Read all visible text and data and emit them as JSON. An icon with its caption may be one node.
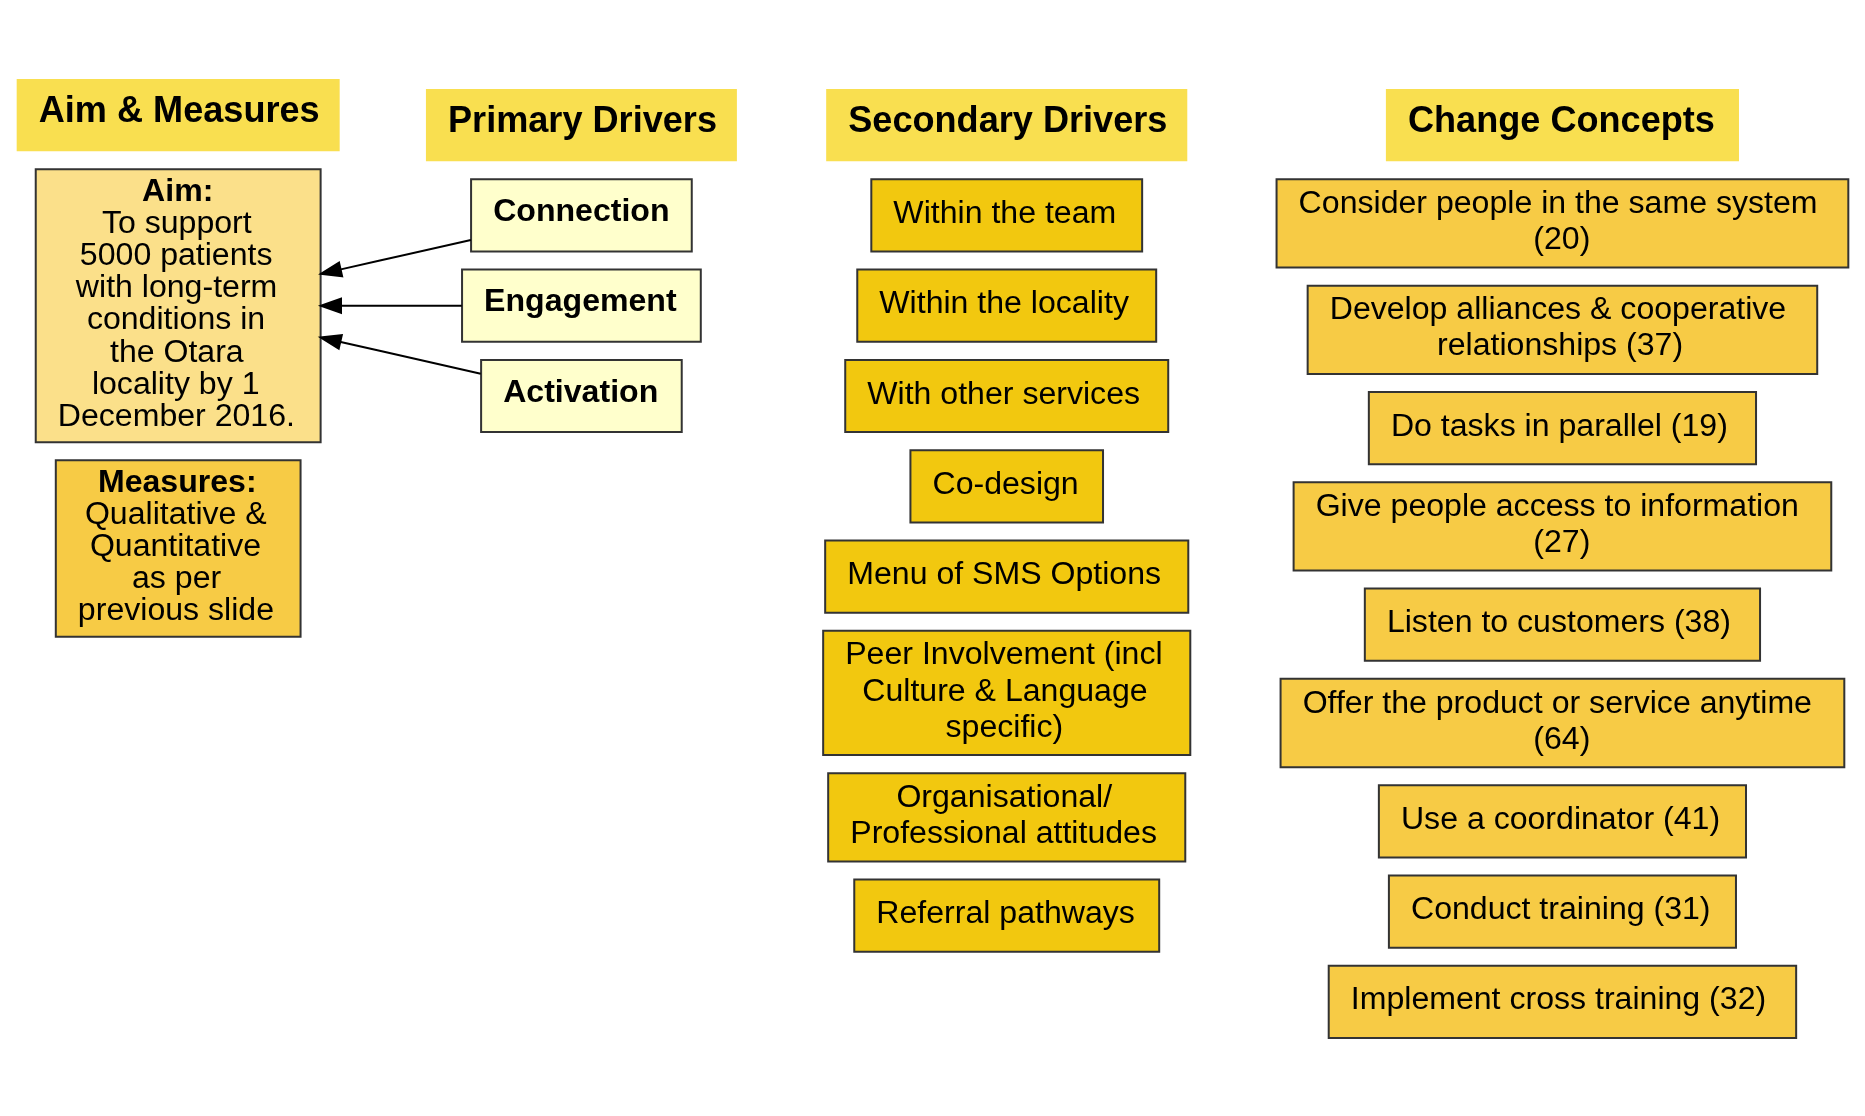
{
  "diagram": {
    "nodes": [
      {
        "text": [
          "Aim:",
          "To support 5000 patients with long-term conditions in the Otara locality by 1 December 2016."
        ]
      },
      {
        "text": [
          "Measures:",
          "Qualitative & Quantitative as per previous slide"
        ]
      },
      {
        "text": [
          "Connection"
        ]
      },
      {
        "text": [
          "Engagement"
        ]
      },
      {
        "text": [
          "Activation"
        ]
      },
      {
        "text": [
          "Within the team"
        ]
      },
      {
        "text": [
          "Within the locality"
        ]
      },
      {
        "text": [
          "With other services"
        ]
      },
      {
        "text": [
          "Co-design"
        ]
      },
      {
        "text": [
          "Menu of SMS Options"
        ]
      },
      {
        "text": [
          "Peer Involvement (incl Culture & Language specific)"
        ]
      },
      {
        "text": [
          "Organisational/ Professional attitudes"
        ]
      },
      {
        "text": [
          "Referral pathways"
        ]
      },
      {
        "text": [
          "Consider people in the same system (20)"
        ]
      },
      {
        "text": [
          "Develop alliances & cooperative relationships (37)"
        ]
      },
      {
        "text": [
          "Do tasks in parallel (19)"
        ]
      },
      {
        "text": [
          "Give people access to information (27)"
        ]
      },
      {
        "text": [
          "Listen to customers (38)"
        ]
      },
      {
        "text": [
          "Offer the product or service anytime (64)"
        ]
      },
      {
        "text": [
          "Use a coordinator (41)"
        ]
      },
      {
        "text": [
          "Conduct training (31)"
        ]
      },
      {
        "text": [
          "Implement cross training (32)"
        ]
      }
    ],
    "edges": [
      {
        "from": 2,
        "to": 0,
        "arrow": "to"
      },
      {
        "from": 3,
        "to": 0,
        "arrow": "to"
      },
      {
        "from": 4,
        "to": 0,
        "arrow": "to"
      }
    ],
    "labels": [
      "Aim & Measures",
      "Primary Drivers",
      "Secondary Drivers",
      "Change Concepts"
    ]
  }
}
